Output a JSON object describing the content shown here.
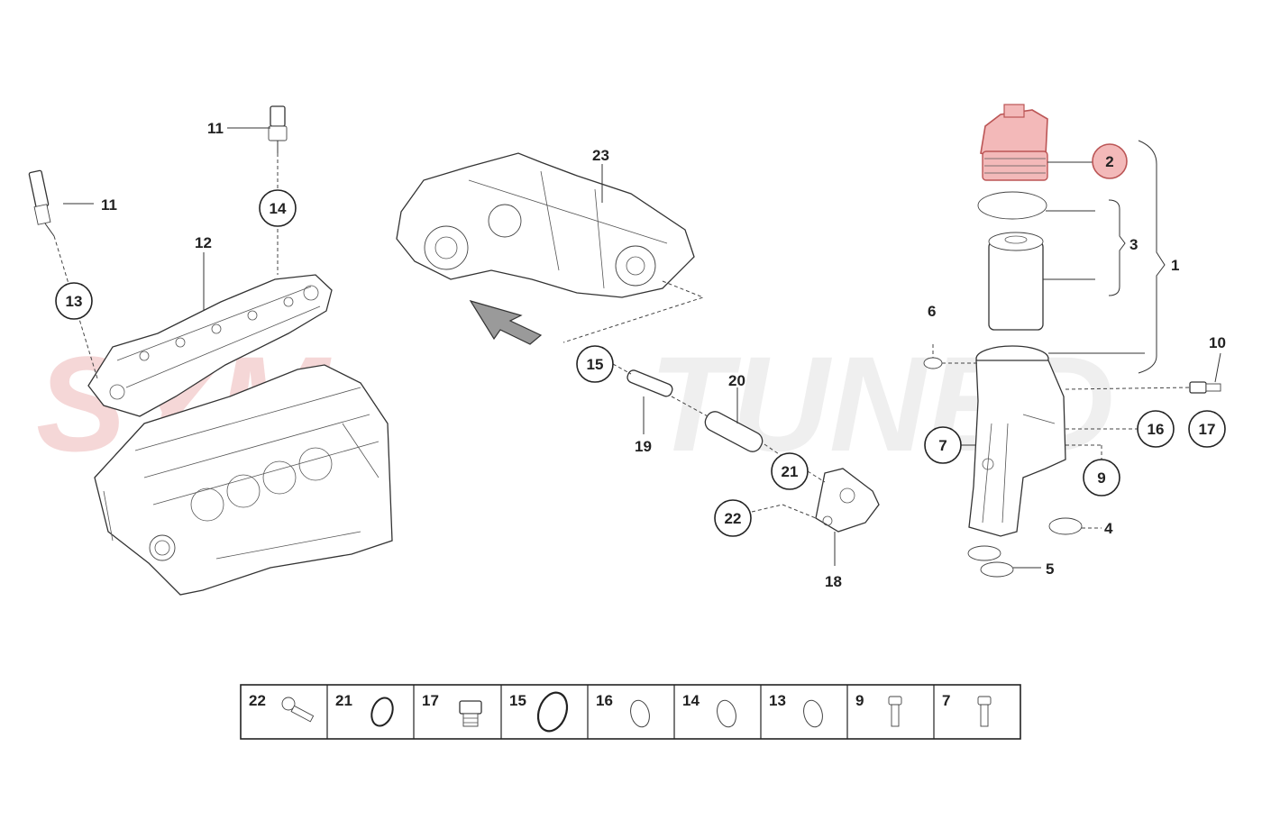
{
  "watermark": {
    "left": "SYM",
    "right": "TUNED",
    "left_color": "#e9a7a7",
    "right_color": "#dcdcdc"
  },
  "highlight_color": "#f3b9b9",
  "callouts": {
    "c1": "1",
    "c2": "2",
    "c3": "3",
    "c4": "4",
    "c5": "5",
    "c6": "6",
    "c7": "7",
    "c9": "9",
    "c10": "10",
    "c11a": "11",
    "c11b": "11",
    "c12": "12",
    "c13": "13",
    "c14": "14",
    "c15": "15",
    "c16": "16",
    "c17": "17",
    "c18": "18",
    "c19": "19",
    "c20": "20",
    "c21": "21",
    "c22": "22",
    "c23": "23"
  },
  "legend": [
    {
      "number": "22",
      "icon": "bolt-icon"
    },
    {
      "number": "21",
      "icon": "o-ring-icon"
    },
    {
      "number": "17",
      "icon": "plug-icon"
    },
    {
      "number": "15",
      "icon": "o-ring-icon"
    },
    {
      "number": "16",
      "icon": "seal-ring-icon"
    },
    {
      "number": "14",
      "icon": "seal-ring-icon"
    },
    {
      "number": "13",
      "icon": "seal-ring-icon"
    },
    {
      "number": "9",
      "icon": "bolt-icon"
    },
    {
      "number": "7",
      "icon": "bolt-icon"
    }
  ]
}
